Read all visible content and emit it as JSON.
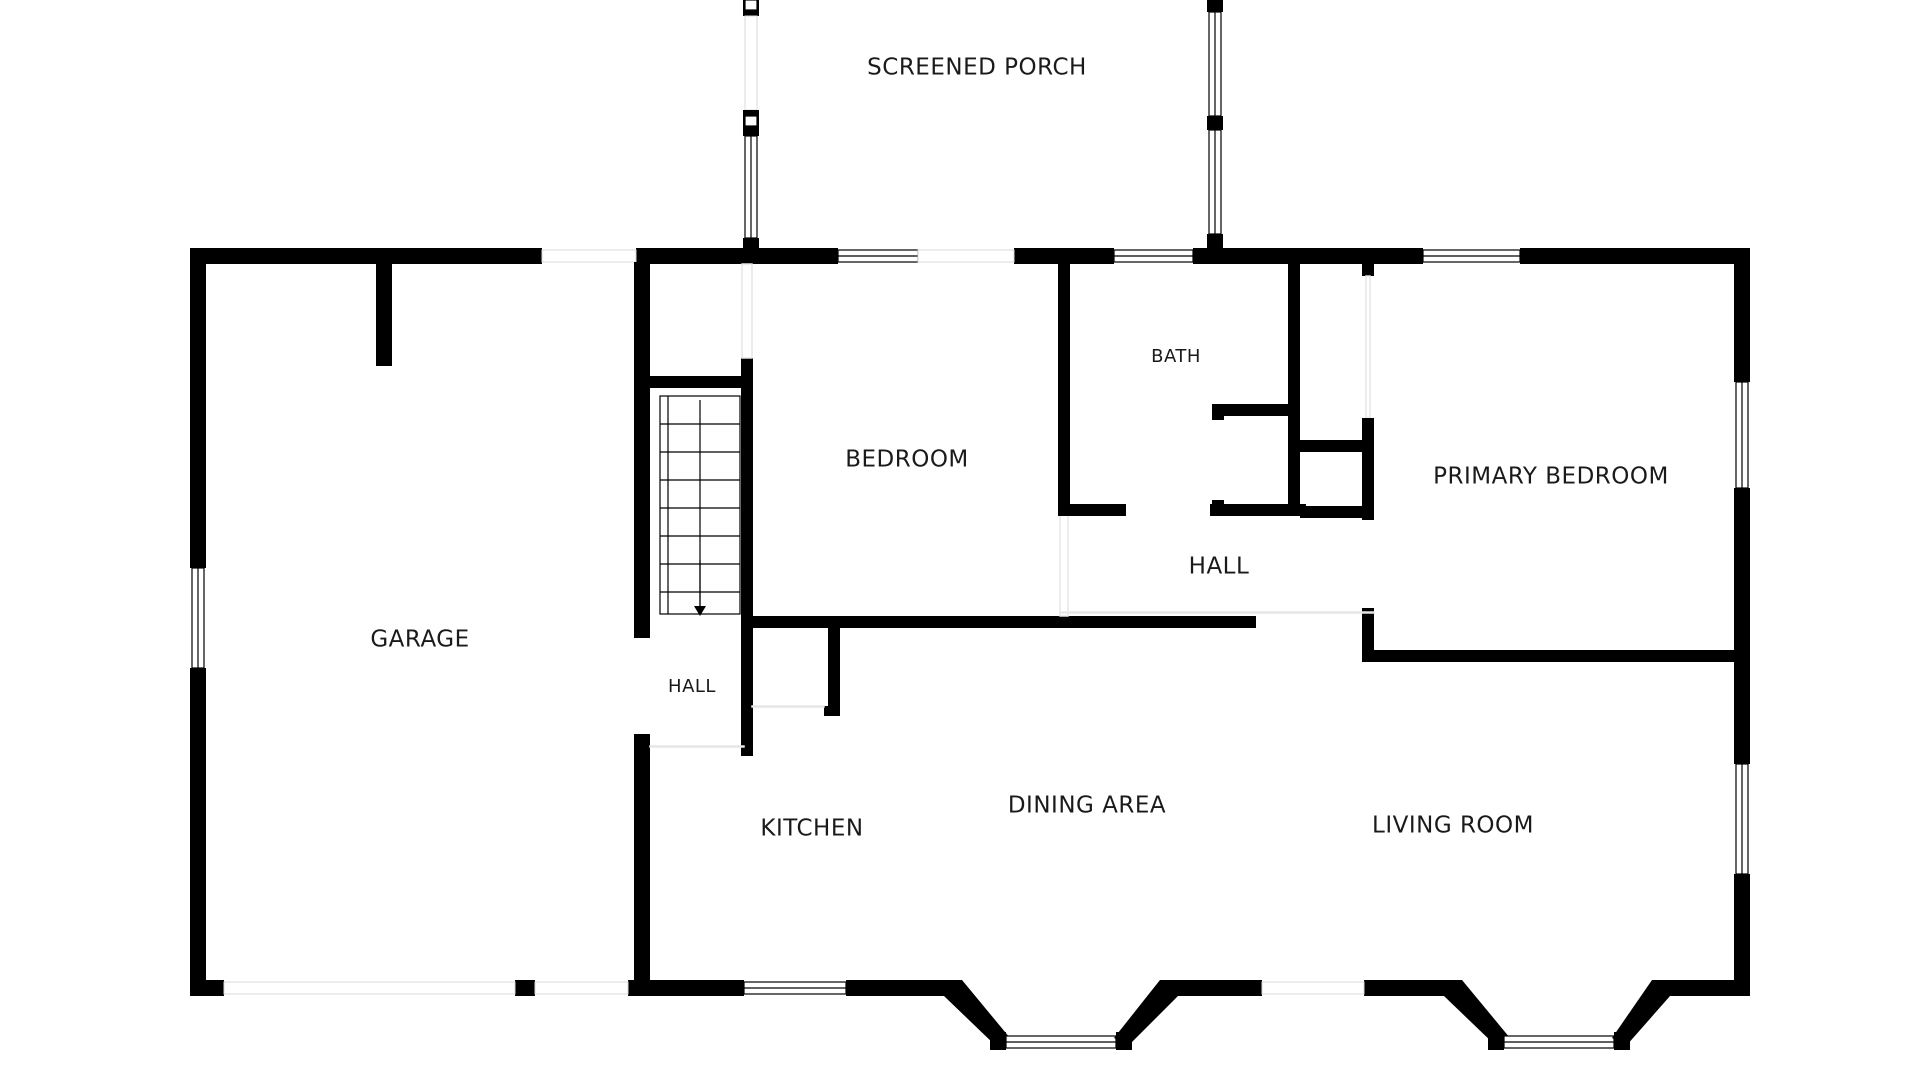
{
  "rooms": {
    "screened_porch": "SCREENED PORCH",
    "garage": "GARAGE",
    "bedroom": "BEDROOM",
    "bath": "BATH",
    "primary_bedroom": "PRIMARY BEDROOM",
    "hall_main": "HALL",
    "hall_small": "HALL",
    "kitchen": "KITCHEN",
    "dining_area": "DINING AREA",
    "living_room": "LIVING ROOM"
  },
  "colors": {
    "wall": "#000000",
    "background": "#ffffff"
  }
}
